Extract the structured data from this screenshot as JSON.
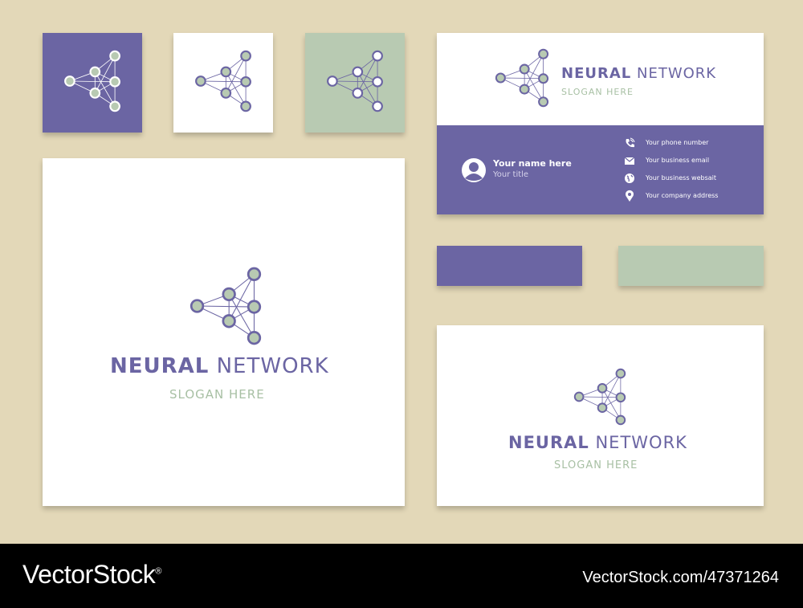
{
  "colors": {
    "background": "#e3d8b8",
    "purple": "#6b65a3",
    "sage": "#b8cab2",
    "white": "#ffffff",
    "node_fill": "#b8cab2"
  },
  "brand": {
    "name_bold": "NEURAL",
    "name_light": "NETWORK",
    "slogan": "SLOGAN HERE"
  },
  "business_card": {
    "person_name": "Your name here",
    "person_title": "Your title",
    "contacts": [
      {
        "icon": "phone-icon",
        "text": "Your phone number"
      },
      {
        "icon": "envelope-icon",
        "text": "Your business email"
      },
      {
        "icon": "globe-icon",
        "text": "Your business websait"
      },
      {
        "icon": "location-pin-icon",
        "text": "Your company address"
      }
    ]
  },
  "footer": {
    "logo_text": "VectorStock",
    "logo_mark": "®",
    "url": "VectorStock.com/47371264"
  }
}
